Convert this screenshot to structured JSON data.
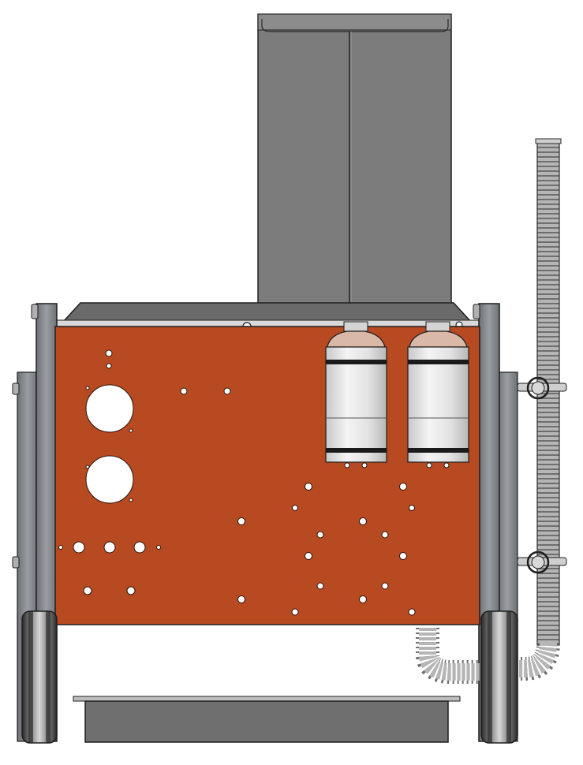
{
  "diagram": {
    "colors": {
      "background": "#ffffff",
      "panel": "#b84a22",
      "panel_edge": "#7a2c10",
      "steel_dark": "#6e6e6e",
      "steel_mid": "#8a8a8a",
      "steel_light": "#a9acae",
      "rail": "#8c9096",
      "outline": "#1e1e1e",
      "canister": "#e6e6e6",
      "canister_band": "#1a1a1a",
      "hose": "#b3b3b3",
      "wheel": "#3a3a3a"
    },
    "components": [
      "hopper",
      "top-plate",
      "front-panel",
      "filter-canister-left",
      "filter-canister-right",
      "left-rail",
      "right-rail",
      "left-wheel",
      "right-wheel",
      "vacuum-hose",
      "hose-clamp-upper",
      "hose-clamp-lower",
      "bottom-tray"
    ]
  }
}
